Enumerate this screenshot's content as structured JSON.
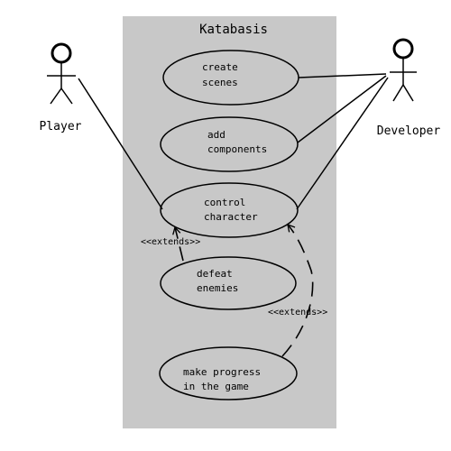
{
  "system": {
    "title": "Katabasis"
  },
  "actors": {
    "player": {
      "label": "Player"
    },
    "developer": {
      "label": "Developer"
    }
  },
  "use_cases": {
    "create_scenes": {
      "line1": "create",
      "line2": "scenes"
    },
    "add_components": {
      "line1": "add",
      "line2": "components"
    },
    "control_character": {
      "line1": "control",
      "line2": "character"
    },
    "defeat_enemies": {
      "line1": "defeat",
      "line2": "enemies"
    },
    "make_progress": {
      "line1": "make progress",
      "line2": "in the game"
    }
  },
  "relations": {
    "extends_defeat": "<<extends>>",
    "extends_progress": "<<extends>>"
  },
  "colors": {
    "system_boundary": "#c8c8c8",
    "lines": "#000000",
    "background": "#ffffff"
  }
}
